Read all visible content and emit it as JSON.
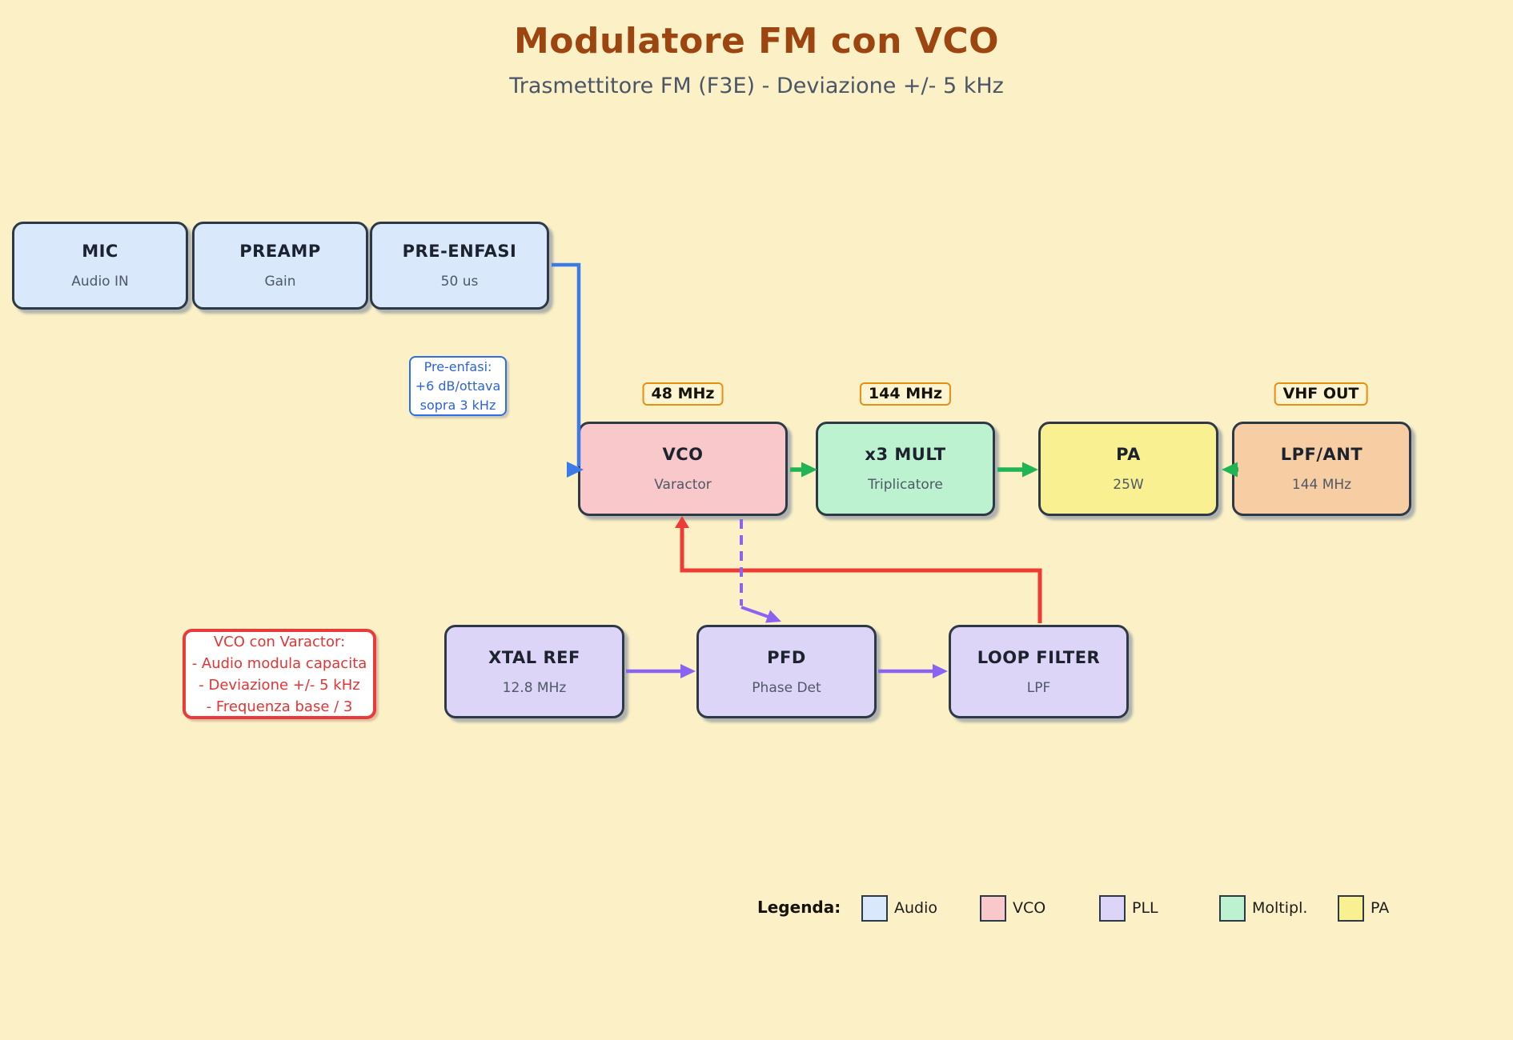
{
  "header": {
    "title": "Modulatore FM con VCO",
    "subtitle": "Trasmettitore FM (F3E) - Deviazione +/- 5 kHz"
  },
  "blocks": {
    "mic": {
      "title": "MIC",
      "subtitle": "Audio IN"
    },
    "preamp": {
      "title": "PREAMP",
      "subtitle": "Gain"
    },
    "preenfasi": {
      "title": "PRE-ENFASI",
      "subtitle": "50 us"
    },
    "vco": {
      "title": "VCO",
      "subtitle": "Varactor"
    },
    "mult": {
      "title": "x3 MULT",
      "subtitle": "Triplicatore"
    },
    "pa": {
      "title": "PA",
      "subtitle": "25W"
    },
    "lpf": {
      "title": "LPF/ANT",
      "subtitle": "144 MHz"
    },
    "xtal": {
      "title": "XTAL REF",
      "subtitle": "12.8 MHz"
    },
    "pfd": {
      "title": "PFD",
      "subtitle": "Phase Det"
    },
    "loop": {
      "title": "LOOP FILTER",
      "subtitle": "LPF"
    }
  },
  "freq_labels": {
    "f48": "48 MHz",
    "f144": "144 MHz",
    "vhf": "VHF OUT"
  },
  "notes": {
    "preemphasis": {
      "lines": [
        "Pre-enfasi:",
        "+6 dB/ottava",
        "sopra 3 kHz"
      ]
    },
    "vco": {
      "lines": [
        "VCO con Varactor:",
        "- Audio modula capacita",
        "- Deviazione +/- 5 kHz",
        "- Frequenza base / 3"
      ]
    }
  },
  "legend": {
    "title": "Legenda:",
    "items": [
      {
        "label": "Audio",
        "color": "#D9E8FB"
      },
      {
        "label": "VCO",
        "color": "#F8C8CA"
      },
      {
        "label": "PLL",
        "color": "#DDD5F8"
      },
      {
        "label": "Moltipl.",
        "color": "#BCF2D0"
      },
      {
        "label": "PA",
        "color": "#F9F092"
      }
    ]
  },
  "colors": {
    "background": "#FCF1C6",
    "block_border": "#2E3947",
    "title_text": "#9C4511",
    "subtitle_text": "#4A5568",
    "audio_arrow_blue": "#3B7BE9",
    "rf_arrow_green": "#21B455",
    "feedback_arrow_red": "#EE3B33",
    "pll_arrow_purple": "#8A63F2",
    "freq_label_border": "#E68F10"
  }
}
